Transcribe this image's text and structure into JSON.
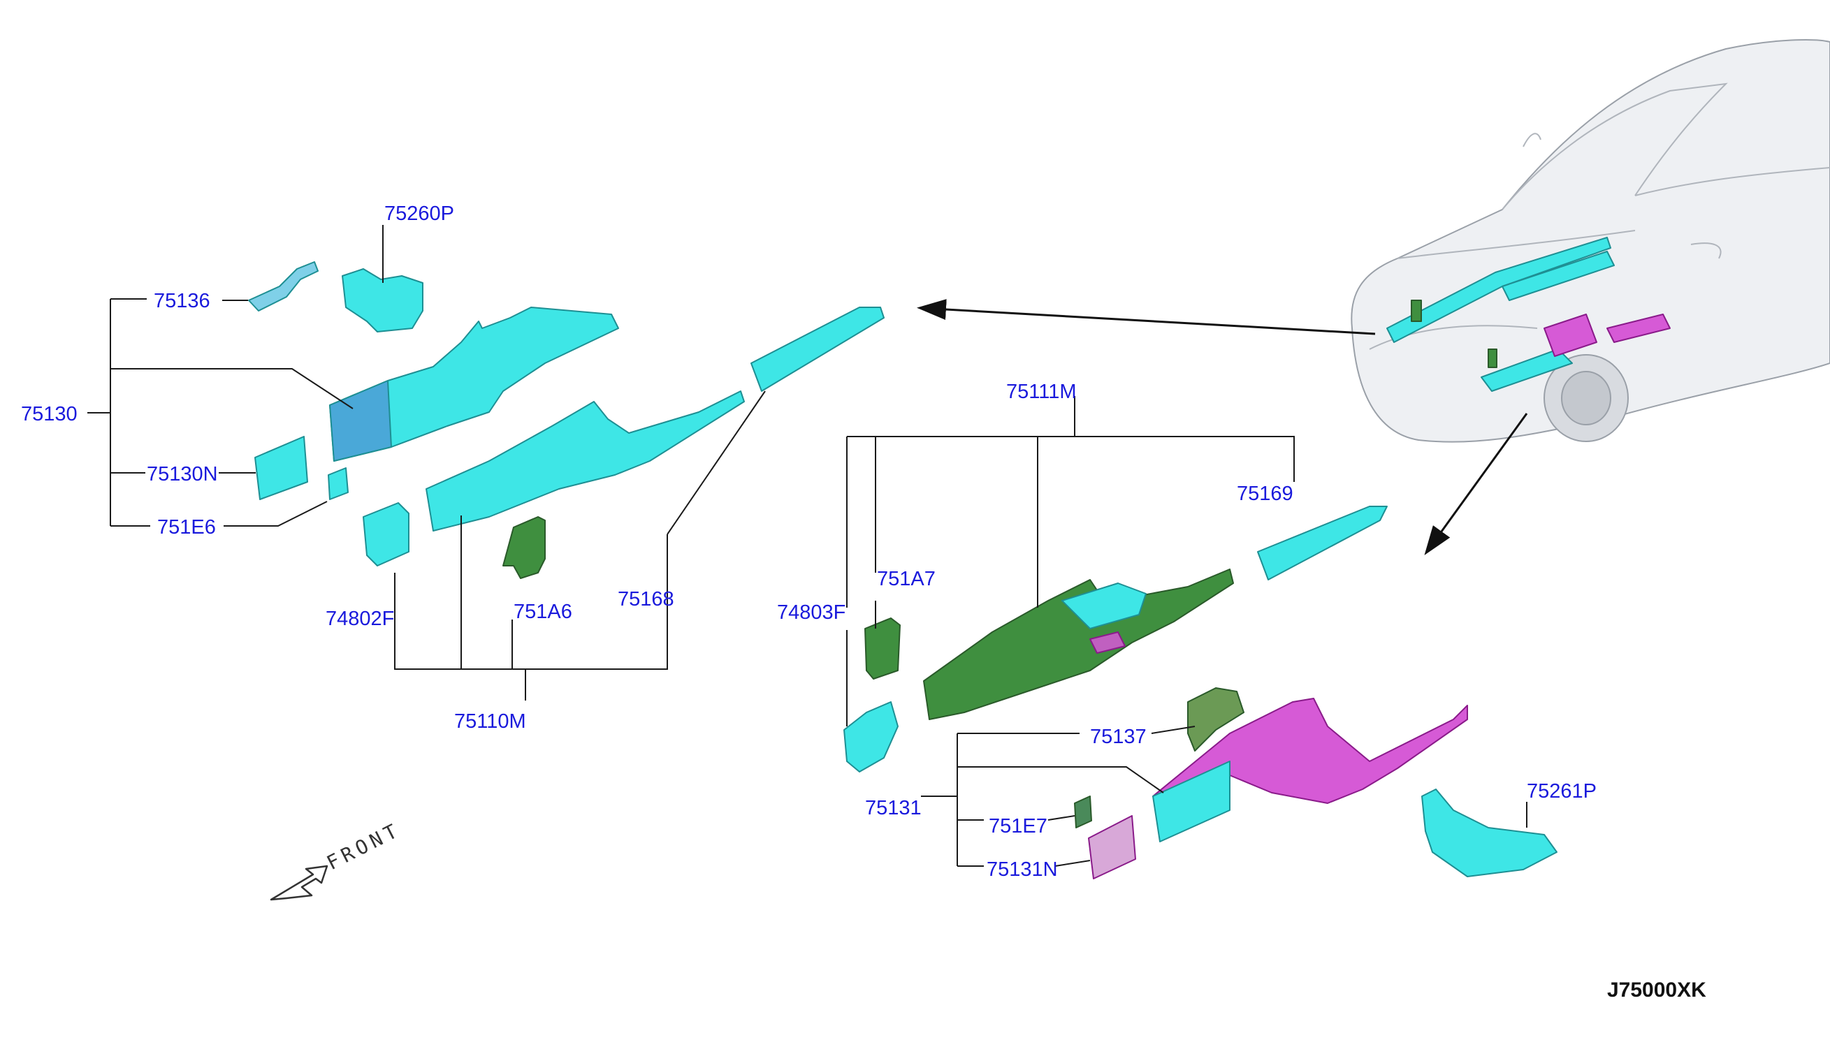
{
  "diagram": {
    "code": "J75000XK",
    "front_label": "FRONT",
    "colors": {
      "label": "#1a1adc",
      "line": "#1a1a1a",
      "part_cyan": "#3ee6e6",
      "part_green": "#3f8f3f",
      "part_magenta": "#d65ad6",
      "car_body": "#eef0f3"
    },
    "labels": {
      "p75260P": "75260P",
      "p75136": "75136",
      "p75130": "75130",
      "p75130N": "75130N",
      "p751E6": "751E6",
      "p74802F": "74802F",
      "p751A6": "751A6",
      "p75168": "75168",
      "p75110M": "75110M",
      "p75111M": "75111M",
      "p75169": "75169",
      "p751A7": "751A7",
      "p74803F": "74803F",
      "p75137": "75137",
      "p75131": "75131",
      "p751E7": "751E7",
      "p75131N": "75131N",
      "p75261P": "75261P"
    }
  }
}
